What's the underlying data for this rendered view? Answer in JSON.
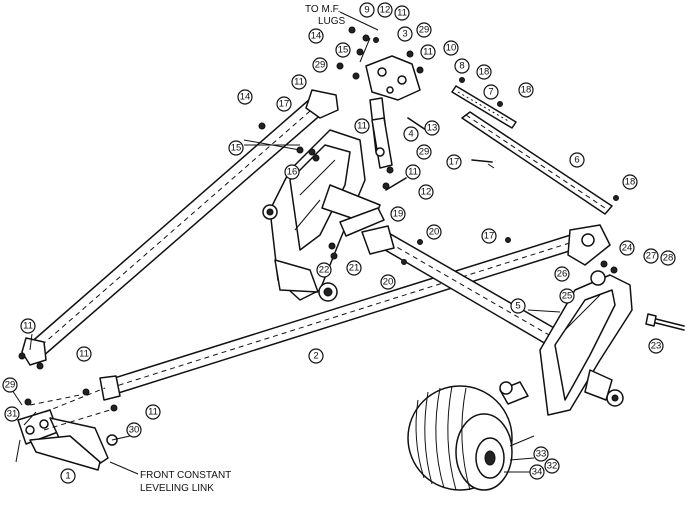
{
  "labels": {
    "top_note_line1": "TO M.F.",
    "top_note_line2": "LUGS",
    "bottom_note_line1": "FRONT CONSTANT",
    "bottom_note_line2": "LEVELING LINK"
  },
  "callouts": [
    {
      "id": "c9a",
      "num": "9"
    },
    {
      "id": "c12a",
      "num": "12"
    },
    {
      "id": "c11a",
      "num": "11"
    },
    {
      "id": "c3",
      "num": "3"
    },
    {
      "id": "c29a",
      "num": "29"
    },
    {
      "id": "c14a",
      "num": "14"
    },
    {
      "id": "c15a",
      "num": "15"
    },
    {
      "id": "c11b",
      "num": "11"
    },
    {
      "id": "c10",
      "num": "10"
    },
    {
      "id": "c29b",
      "num": "29"
    },
    {
      "id": "c8",
      "num": "8"
    },
    {
      "id": "c18a",
      "num": "18"
    },
    {
      "id": "c11c",
      "num": "11"
    },
    {
      "id": "c7",
      "num": "7"
    },
    {
      "id": "c18b",
      "num": "18"
    },
    {
      "id": "c13",
      "num": "13"
    },
    {
      "id": "c14b",
      "num": "14"
    },
    {
      "id": "c17a",
      "num": "17"
    },
    {
      "id": "c11d",
      "num": "11"
    },
    {
      "id": "c4",
      "num": "4"
    },
    {
      "id": "c15b",
      "num": "15"
    },
    {
      "id": "c29c",
      "num": "29"
    },
    {
      "id": "c17b",
      "num": "17"
    },
    {
      "id": "c6",
      "num": "6"
    },
    {
      "id": "c16",
      "num": "16"
    },
    {
      "id": "c11e",
      "num": "11"
    },
    {
      "id": "c12b",
      "num": "12"
    },
    {
      "id": "c18c",
      "num": "18"
    },
    {
      "id": "c19",
      "num": "19"
    },
    {
      "id": "c20a",
      "num": "20"
    },
    {
      "id": "c17c",
      "num": "17"
    },
    {
      "id": "c24",
      "num": "24"
    },
    {
      "id": "c22",
      "num": "22"
    },
    {
      "id": "c21",
      "num": "21"
    },
    {
      "id": "c20b",
      "num": "20"
    },
    {
      "id": "c27",
      "num": "27"
    },
    {
      "id": "c28",
      "num": "28"
    },
    {
      "id": "c26",
      "num": "26"
    },
    {
      "id": "c25",
      "num": "25"
    },
    {
      "id": "c11f",
      "num": "11"
    },
    {
      "id": "c5",
      "num": "5"
    },
    {
      "id": "c23",
      "num": "23"
    },
    {
      "id": "c2",
      "num": "2"
    },
    {
      "id": "c11g",
      "num": "11"
    },
    {
      "id": "c29d",
      "num": "29"
    },
    {
      "id": "c31",
      "num": "31"
    },
    {
      "id": "c11h",
      "num": "11"
    },
    {
      "id": "c30",
      "num": "30"
    },
    {
      "id": "c1",
      "num": "1"
    },
    {
      "id": "c33",
      "num": "33"
    },
    {
      "id": "c32",
      "num": "32"
    },
    {
      "id": "c34",
      "num": "34"
    }
  ]
}
